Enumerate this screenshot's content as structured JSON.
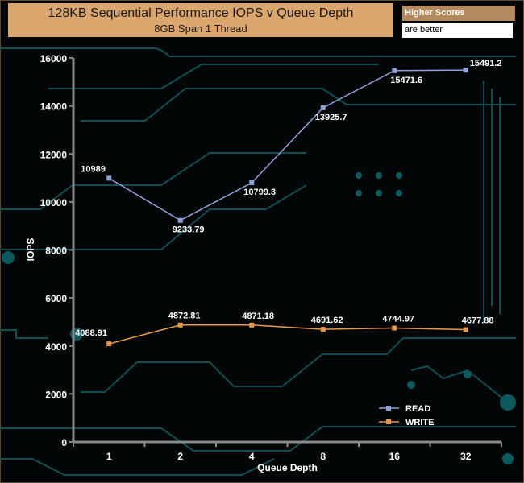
{
  "header": {
    "higher_scores": "Higher Scores",
    "are_better": "are better"
  },
  "chart_data": {
    "type": "line",
    "title": "128KB Sequential Performance IOPS v Queue Depth",
    "subtitle": "8GB Span 1 Thread",
    "xlabel": "Queue Depth",
    "ylabel": "IOPS",
    "categories": [
      "1",
      "2",
      "4",
      "8",
      "16",
      "32"
    ],
    "ylim": [
      0,
      16000
    ],
    "yticks": [
      0,
      2000,
      4000,
      6000,
      8000,
      10000,
      12000,
      14000,
      16000
    ],
    "legend_position": "bottom-right",
    "series": [
      {
        "name": "READ",
        "color": "#8ea2d8",
        "values": [
          10989,
          9233.79,
          10799.3,
          13925.7,
          15471.6,
          15491.2
        ],
        "labels": [
          "10989",
          "9233.79",
          "10799.3",
          "13925.7",
          "15471.6",
          "15491.2"
        ]
      },
      {
        "name": "WRITE",
        "color": "#e89a4a",
        "values": [
          4088.91,
          4872.81,
          4871.18,
          4691.62,
          4744.97,
          4677.88
        ],
        "labels": [
          "4088.91",
          "4872.81",
          "4871.18",
          "4691.62",
          "4744.97",
          "4677.88"
        ]
      }
    ]
  }
}
